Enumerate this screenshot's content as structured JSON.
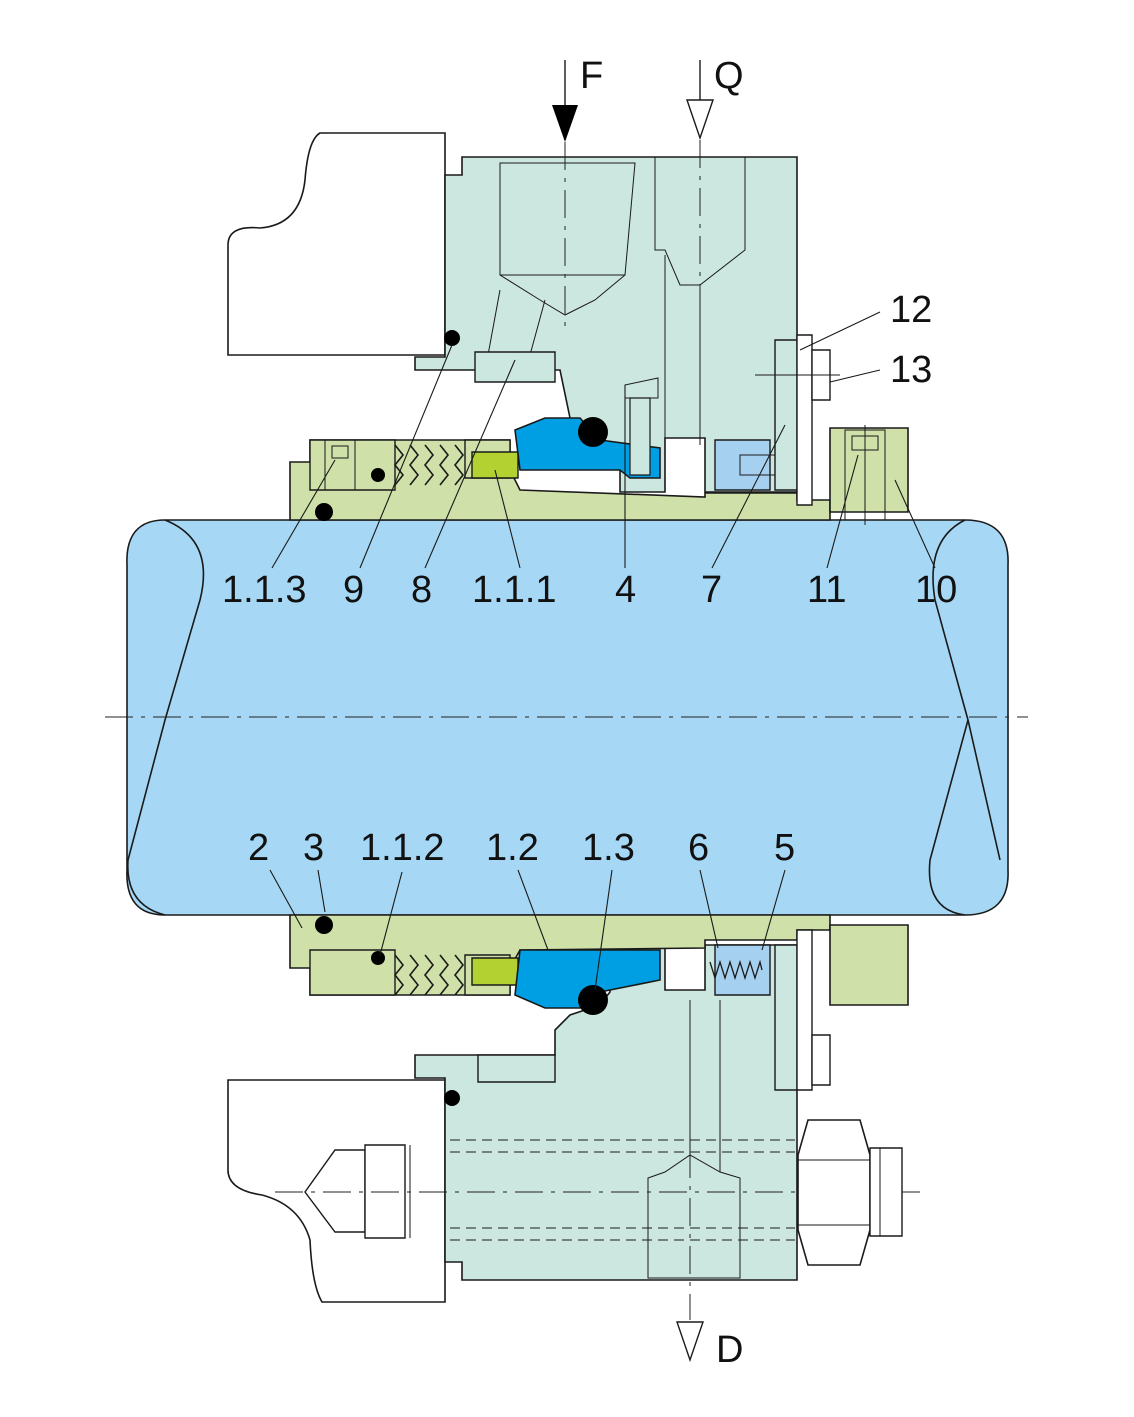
{
  "flows": {
    "F": "F",
    "Q": "Q",
    "D": "D"
  },
  "labels_top": {
    "l113": "1.1.3",
    "l9": "9",
    "l8": "8",
    "l111": "1.1.1",
    "l4": "4",
    "l7": "7",
    "l11": "11",
    "l10": "10",
    "l12": "12",
    "l13": "13"
  },
  "labels_bottom": {
    "l2": "2",
    "l3": "3",
    "l112": "1.1.2",
    "l12b": "1.2",
    "l13b": "1.3",
    "l6": "6",
    "l5": "5"
  },
  "colors": {
    "shaft": "#a6d8f5",
    "housing": "#cce6e0",
    "sleeve": "#cfe0a8",
    "face": "#009fe3",
    "insert": "#b3d232",
    "oring": "#000000",
    "clip": "#a6d0f0"
  }
}
